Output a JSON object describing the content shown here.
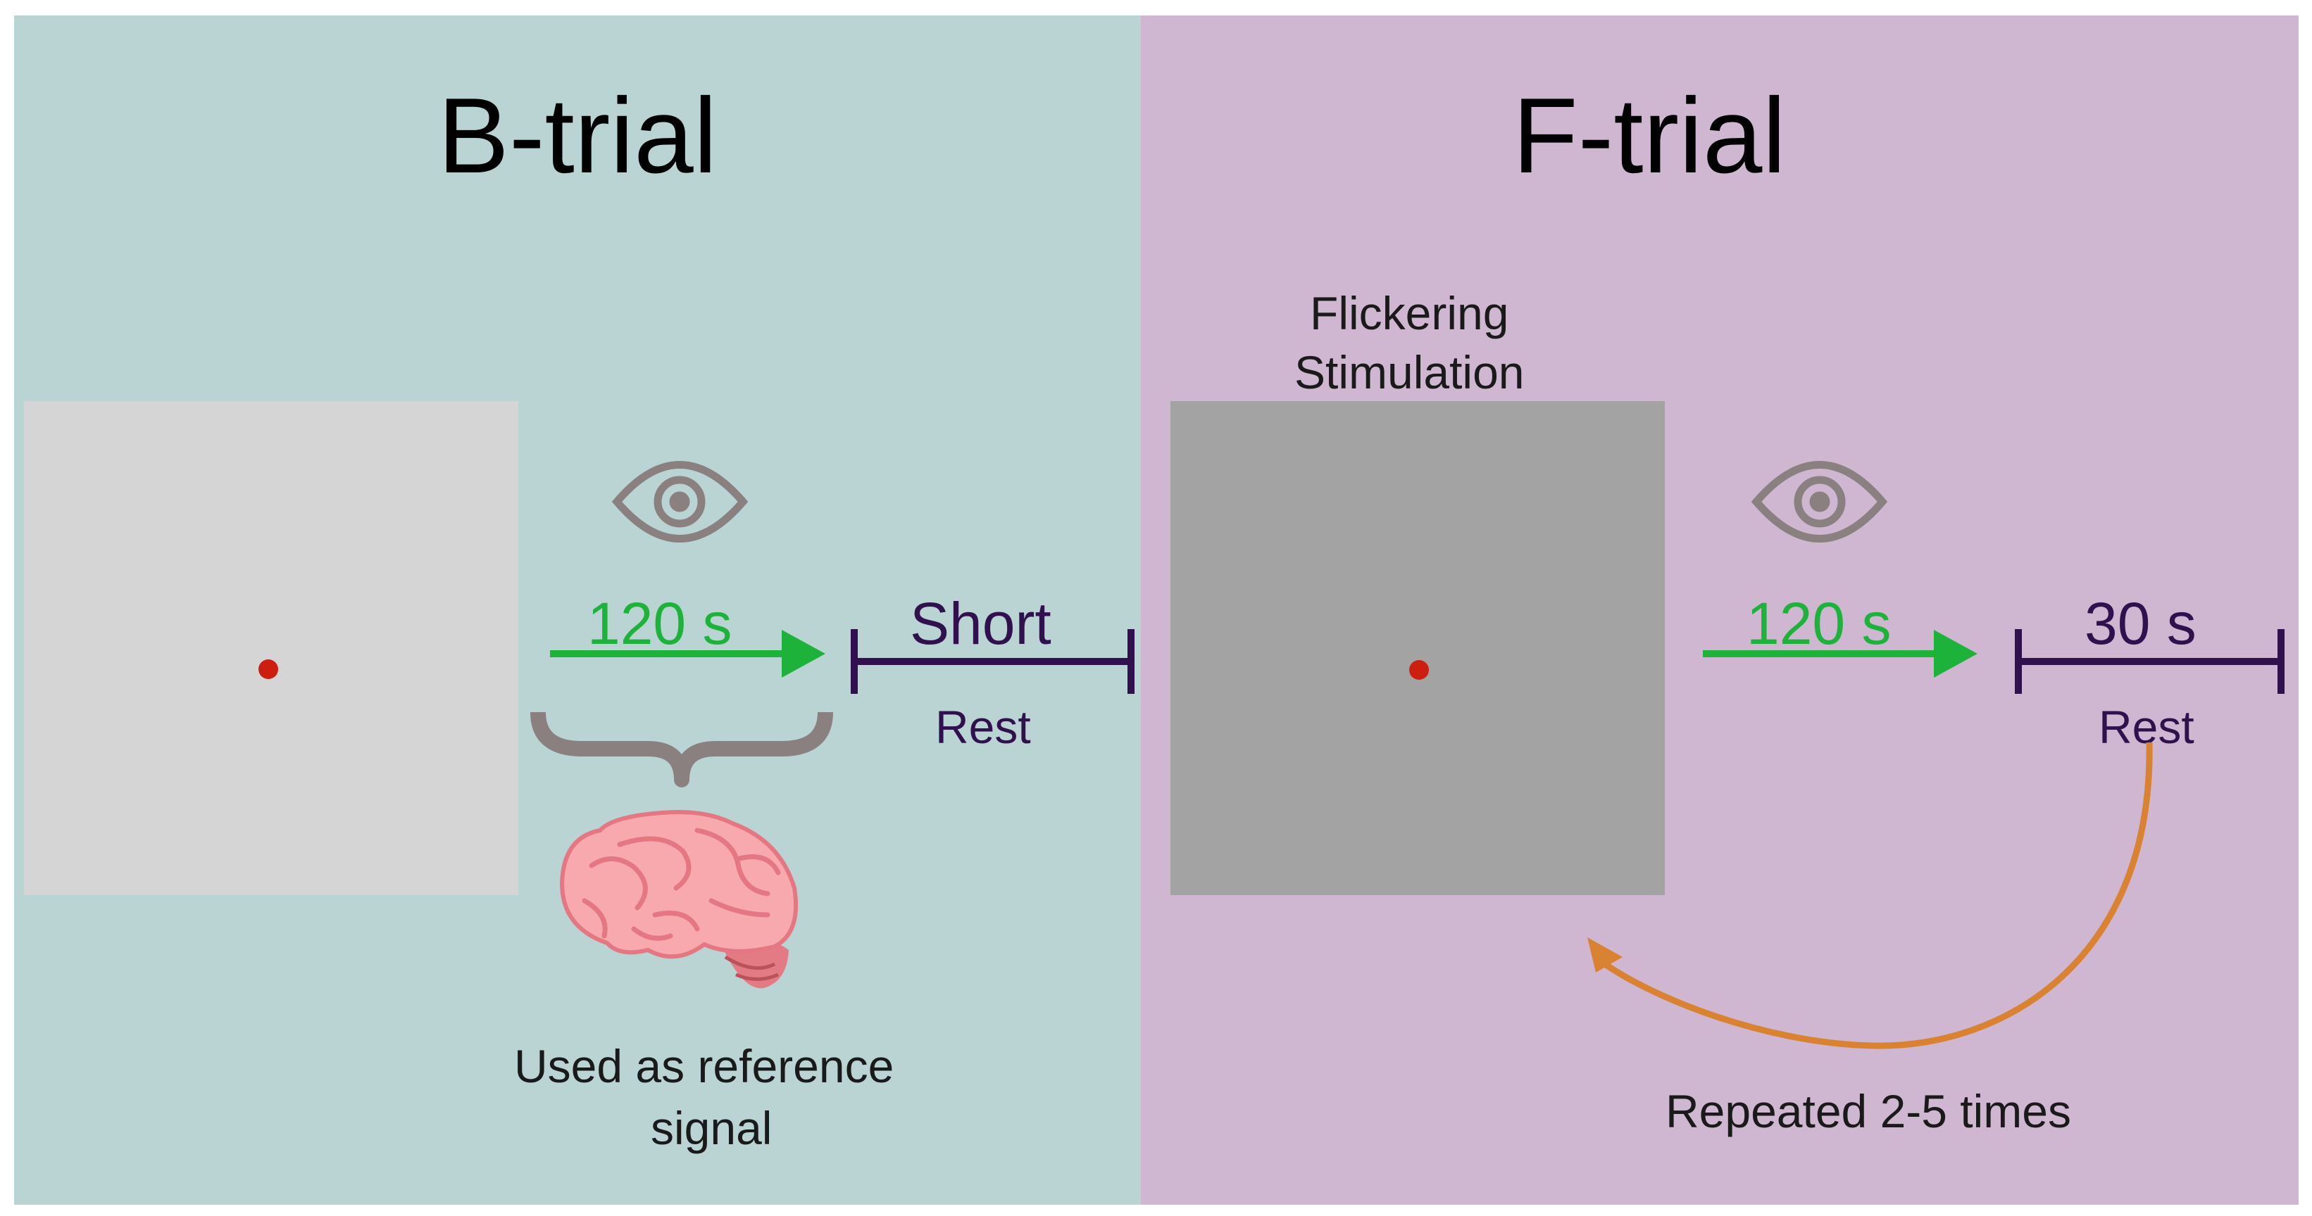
{
  "b_trial": {
    "title": "B-trial",
    "duration": "120 s",
    "rest_duration": "Short",
    "rest_label": "Rest",
    "note": "Used as reference signal",
    "note_line1": "Used as reference",
    "note_line2": "signal"
  },
  "f_trial": {
    "title": "F-trial",
    "stimulus_line1": "Flickering",
    "stimulus_line2": "Stimulation",
    "duration": "120 s",
    "rest_duration": "30 s",
    "rest_label": "Rest",
    "repeat_note": "Repeated 2-5 times"
  },
  "icons": [
    "eye-icon",
    "eye-icon",
    "brain-icon",
    "curly-brace",
    "arrow-right",
    "rest-bracket",
    "repeat-arrow"
  ],
  "colors": {
    "b_panel": "#bad4d4",
    "f_panel": "#cfb6d1",
    "b_screen": "#d5d5d5",
    "f_screen": "#a3a3a3",
    "fixation_dot": "#cc1f10",
    "duration_arrow": "#1db33a",
    "rest": "#30114e",
    "repeat_arrow": "#d98332",
    "eye": "#8a8080"
  }
}
